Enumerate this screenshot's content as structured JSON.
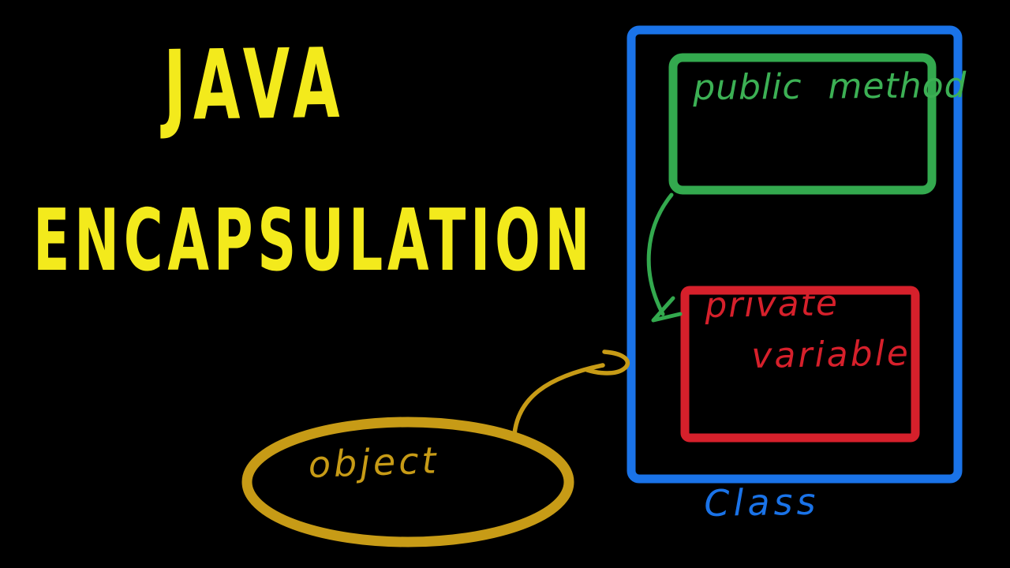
{
  "title": {
    "line1": "JAVA",
    "line2": "ENCAPSULATION"
  },
  "class_box": {
    "label": "Class"
  },
  "public_method_box": {
    "label": "public method"
  },
  "private_variable_box": {
    "line1": "private",
    "line2": "variable"
  },
  "object_shape": {
    "label": "object"
  },
  "colors": {
    "background": "#000000",
    "title_yellow": "#f3ea1c",
    "class_blue": "#1a73e8",
    "method_green": "#33a94e",
    "variable_red": "#d6202b",
    "object_gold": "#c79b16"
  }
}
